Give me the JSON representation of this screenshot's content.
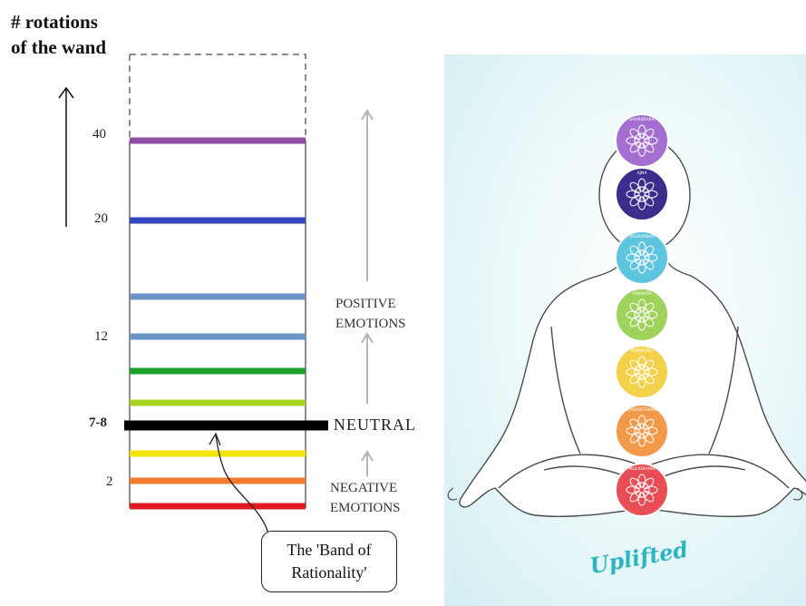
{
  "axis_title": "# rotations\nof the wand",
  "ticks": {
    "t40": "40",
    "t20": "20",
    "t12": "12",
    "t78": "7-8",
    "t2": "2"
  },
  "emotions": {
    "positive": "POSITIVE\nEMOTIONS",
    "neutral": "NEUTRAL",
    "negative": "NEGATIVE\nEMOTIONS"
  },
  "callout": "The 'Band of\nRationality'",
  "brand": "Uplifted",
  "bands": [
    {
      "color": "#e01b24"
    },
    {
      "color": "#f07b2a"
    },
    {
      "color": "#f2e600"
    },
    {
      "color": "#000000"
    },
    {
      "color": "#a6d321"
    },
    {
      "color": "#1fa12c"
    },
    {
      "color": "#6a93c7"
    },
    {
      "color": "#6a93c7"
    },
    {
      "color": "#3347c1"
    },
    {
      "color": "#8e4da3"
    }
  ],
  "chakras": [
    {
      "name": "SAHASRARA",
      "color": "#a46fd0"
    },
    {
      "name": "AJNA",
      "color": "#3e2c8c"
    },
    {
      "name": "VISHUDDHA",
      "color": "#5fc4de"
    },
    {
      "name": "ANAHATA",
      "color": "#9fd25b"
    },
    {
      "name": "MANIPURA",
      "color": "#f3d14b"
    },
    {
      "name": "SVADHISTHANA",
      "color": "#f39a4a"
    },
    {
      "name": "MULADHARA",
      "color": "#e84e55"
    }
  ]
}
